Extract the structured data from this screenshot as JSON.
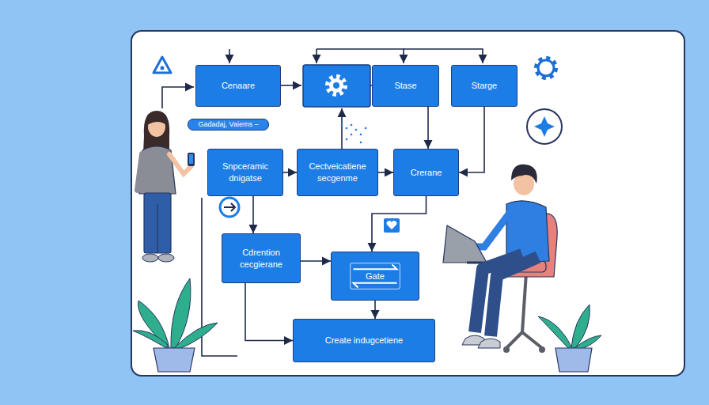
{
  "diagram": {
    "nodes": [
      {
        "text": [
          "Cenaare"
        ]
      },
      {
        "text": [
          "Stase"
        ]
      },
      {
        "text": [
          "Starge"
        ]
      },
      {
        "text": [
          "Gadadaj, Vaiems –"
        ]
      },
      {
        "text": [
          "Snpceramic dnigatse"
        ]
      },
      {
        "text": [
          "Cectveicatiene secgenme"
        ]
      },
      {
        "text": [
          "Crerane"
        ]
      },
      {
        "text": [
          "Cdrention cecgierane"
        ]
      },
      {
        "text": [
          "Gate"
        ]
      },
      {
        "text": [
          "Create indugcetiene"
        ]
      }
    ],
    "edges": [
      {
        "from": 1,
        "to": 6,
        "arrow": "to"
      },
      {
        "from": 2,
        "to": 6,
        "arrow": "to"
      },
      {
        "from": 4,
        "to": 5,
        "arrow": "to"
      },
      {
        "from": 5,
        "to": 6,
        "arrow": "to"
      },
      {
        "from": 4,
        "to": 7,
        "arrow": "to"
      },
      {
        "from": 6,
        "to": 8,
        "arrow": "to"
      },
      {
        "from": 7,
        "to": 8,
        "arrow": "to"
      },
      {
        "from": 8,
        "to": 9,
        "arrow": "to"
      },
      {
        "from": 7,
        "to": 9,
        "arrow": "to"
      }
    ]
  }
}
